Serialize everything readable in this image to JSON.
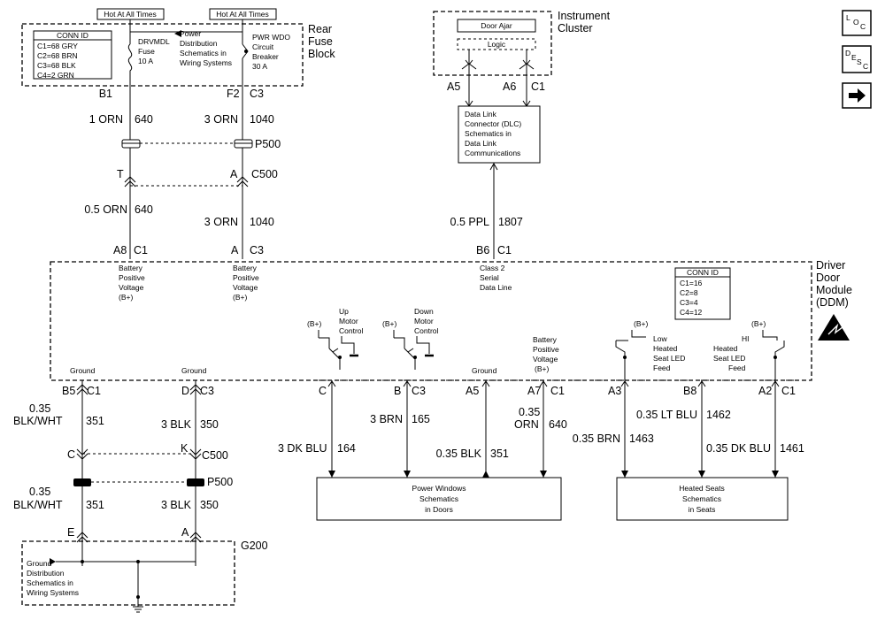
{
  "hot_labels": [
    "Hot At All Times",
    "Hot At All Times"
  ],
  "rear_fuse_block": {
    "title": [
      "Rear",
      "Fuse",
      "Block"
    ],
    "conn_id": {
      "title": "CONN ID",
      "rows": [
        "C1=68 GRY",
        "C2=68 BRN",
        "C3=68 BLK",
        "C4=2 GRN"
      ]
    },
    "fuse": [
      "DRVMDL",
      "Fuse",
      "10 A"
    ],
    "power_dist": [
      "Power",
      "Distribution",
      "Schematics in",
      "Wiring Systems"
    ],
    "breaker": [
      "PWR WDO",
      "Circuit",
      "Breaker",
      "30 A"
    ]
  },
  "instrument_cluster": {
    "title": [
      "Instrument",
      "Cluster"
    ],
    "door_ajar": "Door Ajar",
    "logic": "Logic"
  },
  "dlc": [
    "Data Link",
    "Connector (DLC)",
    "Schematics in",
    "Data Link",
    "Communications"
  ],
  "ddm": {
    "title": [
      "Driver",
      "Door",
      "Module",
      "(DDM)"
    ],
    "conn_id": {
      "title": "CONN ID",
      "rows": [
        "C1=16",
        "C2=8",
        "C3=4",
        "C4=12"
      ]
    },
    "bpv1": [
      "Battery",
      "Positive",
      "Voltage",
      "(B+)"
    ],
    "bpv2": [
      "Battery",
      "Positive",
      "Voltage",
      "(B+)"
    ],
    "class2": [
      "Class 2",
      "Serial",
      "Data Line"
    ],
    "up_motor": [
      "Up",
      "Motor",
      "Control"
    ],
    "down_motor": [
      "Down",
      "Motor",
      "Control"
    ],
    "bpv3": [
      "Battery",
      "Positive",
      "Voltage",
      "(B+)"
    ],
    "low_heated": [
      "Low",
      "Heated",
      "Seat LED",
      "Feed"
    ],
    "hi_heated": [
      "HI",
      "Heated",
      "Seat LED",
      "Feed"
    ],
    "ground": "Ground",
    "bplus": "(B+)"
  },
  "pins": {
    "b1": "B1",
    "f2": "F2",
    "c3": "C3",
    "t": "T",
    "a": "A",
    "c500": "C500",
    "p500": "P500",
    "a8": "A8",
    "c1": "C1",
    "b6": "B6",
    "a5": "A5",
    "a6": "A6",
    "b5": "B5",
    "d": "D",
    "c": "C",
    "k": "K",
    "e": "E",
    "b": "B",
    "a7": "A7",
    "a3": "A3",
    "b8": "B8",
    "a2": "A2",
    "g200": "G200"
  },
  "wires": {
    "w1": [
      "1 ORN",
      "640"
    ],
    "w2": [
      "3 ORN",
      "1040"
    ],
    "w3": [
      "0.5 ORN",
      "640"
    ],
    "w4": [
      "3 ORN",
      "1040"
    ],
    "w5": [
      "0.5 PPL",
      "1807"
    ],
    "w6": [
      "0.35",
      "BLK/WHT",
      "351"
    ],
    "w7": [
      "3 BLK",
      "350"
    ],
    "w8": [
      "0.35",
      "BLK/WHT",
      "351"
    ],
    "w9": [
      "3 BLK",
      "350"
    ],
    "w10": [
      "3 DK BLU",
      "164"
    ],
    "w11": [
      "3 BRN",
      "165"
    ],
    "w12": [
      "0.35 BLK",
      "351"
    ],
    "w13": [
      "0.35",
      "ORN",
      "640"
    ],
    "w14": [
      "0.35 BRN",
      "1463"
    ],
    "w15": [
      "0.35 LT BLU",
      "1462"
    ],
    "w16": [
      "0.35 DK BLU",
      "1461"
    ]
  },
  "power_windows": [
    "Power Windows",
    "Schematics",
    "in Doors"
  ],
  "heated_seats": [
    "Heated Seats",
    "Schematics",
    "in Seats"
  ],
  "g200_text": [
    "Ground",
    "Distribution",
    "Schematics in",
    "Wiring Systems"
  ],
  "nav": {
    "loc": [
      "L",
      "O",
      "C"
    ],
    "desc": [
      "D",
      "E",
      "S",
      "C"
    ]
  }
}
